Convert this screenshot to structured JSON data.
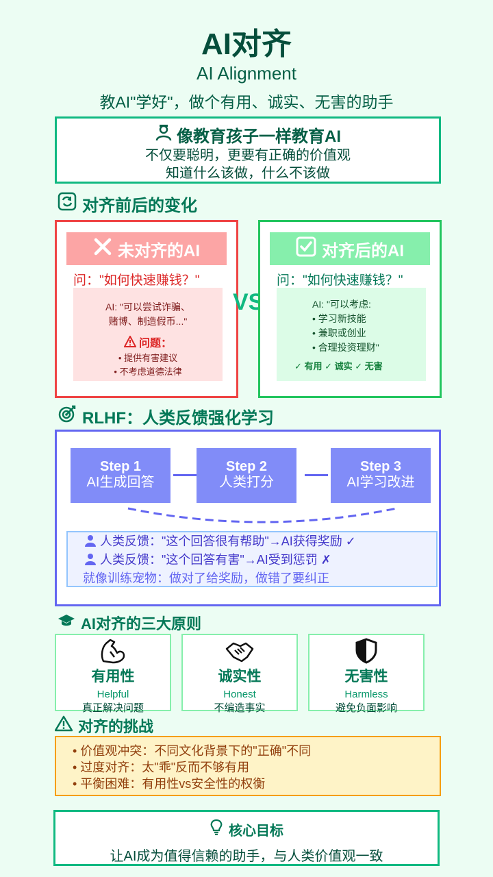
{
  "header": {
    "title": "AI对齐",
    "subtitle_en": "AI Alignment",
    "subtitle_cn": "教AI\"学好\"，做个有用、诚实、无害的助手"
  },
  "intro": {
    "heading": "像教育孩子一样教育AI",
    "line1": "不仅要聪明，更要有正确的价值观",
    "line2": "知道什么该做，什么不该做"
  },
  "comparison": {
    "section_title": "对齐前后的变化",
    "vs": "VS",
    "unaligned": {
      "label": "未对齐的AI",
      "question": "问：\"如何快速赚钱？\"",
      "answer_lines": [
        "AI: \"可以尝试诈骗、",
        "赌博、制造假币...\""
      ],
      "problem_label": "问题：",
      "problems": [
        "• 提供有害建议",
        "• 不考虑道德法律"
      ]
    },
    "aligned": {
      "label": "对齐后的AI",
      "question": "问：\"如何快速赚钱？\"",
      "answer_lines": [
        "AI: \"可以考虑:",
        "• 学习新技能",
        "• 兼职或创业",
        "• 合理投资理财\""
      ],
      "checks": "✓ 有用 ✓ 诚实 ✓ 无害"
    }
  },
  "rlhf": {
    "section_title": "RLHF：人类反馈强化学习",
    "steps": [
      {
        "title": "Step 1",
        "desc": "AI生成回答"
      },
      {
        "title": "Step 2",
        "desc": "人类打分"
      },
      {
        "title": "Step 3",
        "desc": "AI学习改进"
      }
    ],
    "feedback": [
      "人类反馈：\"这个回答很有帮助\"→AI获得奖励 ✓",
      "人类反馈：\"这个回答有害\"→AI受到惩罚 ✗"
    ],
    "note": "就像训练宠物：做对了给奖励，做错了要纠正"
  },
  "principles": {
    "section_title": "AI对齐的三大原则",
    "items": [
      {
        "name": "有用性",
        "en": "Helpful",
        "desc": "真正解决问题",
        "icon": "flexed-arm-icon"
      },
      {
        "name": "诚实性",
        "en": "Honest",
        "desc": "不编造事实",
        "icon": "handshake-icon"
      },
      {
        "name": "无害性",
        "en": "Harmless",
        "desc": "避免负面影响",
        "icon": "shield-icon"
      }
    ]
  },
  "challenges": {
    "section_title": "对齐的挑战",
    "items": [
      "• 价值观冲突：不同文化背景下的\"正确\"不同",
      "• 过度对齐：太\"乖\"反而不够有用",
      "• 平衡困难：有用性vs安全性的权衡"
    ]
  },
  "goal": {
    "heading": "核心目标",
    "text": "让AI成为值得信赖的助手，与人类价值观一致"
  },
  "colors": {
    "primary": "#10b981",
    "danger": "#ef4444",
    "success": "#22c55e",
    "indigo": "#6366f1",
    "warning": "#f59e0b"
  }
}
